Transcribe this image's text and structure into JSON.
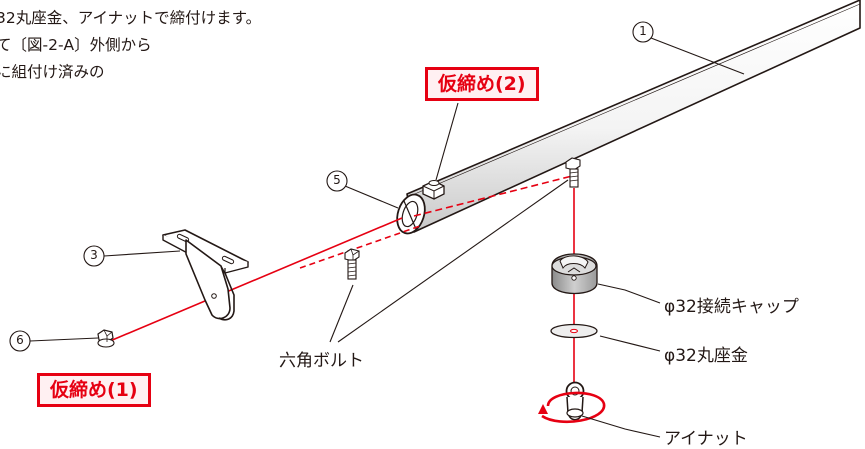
{
  "instructions": {
    "line1": "32丸座金、アイナットで締付けます。",
    "line2": "て〔図-2-A〕外側から",
    "line3": "に組付け済みの"
  },
  "callouts": {
    "n1": "1",
    "n3": "3",
    "n5": "5",
    "n6": "6"
  },
  "tags": {
    "temp2": "仮締め(2)",
    "temp1": "仮締め(1)"
  },
  "labels": {
    "cap": "φ32接続キャップ",
    "washer": "φ32丸座金",
    "bolt": "六角ボルト",
    "nut": "アイナット"
  },
  "colors": {
    "accent": "#e60012",
    "line": "#231815",
    "tag_bg": "#fff0f2"
  }
}
